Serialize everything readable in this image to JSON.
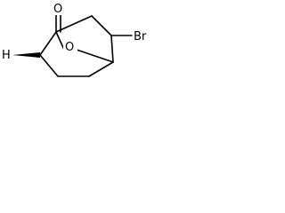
{
  "molecule": {
    "atoms": {
      "oxygen_carbonyl": "O",
      "oxygen_bridge": "O",
      "hydrogen": "H",
      "bromine": "Br"
    }
  }
}
